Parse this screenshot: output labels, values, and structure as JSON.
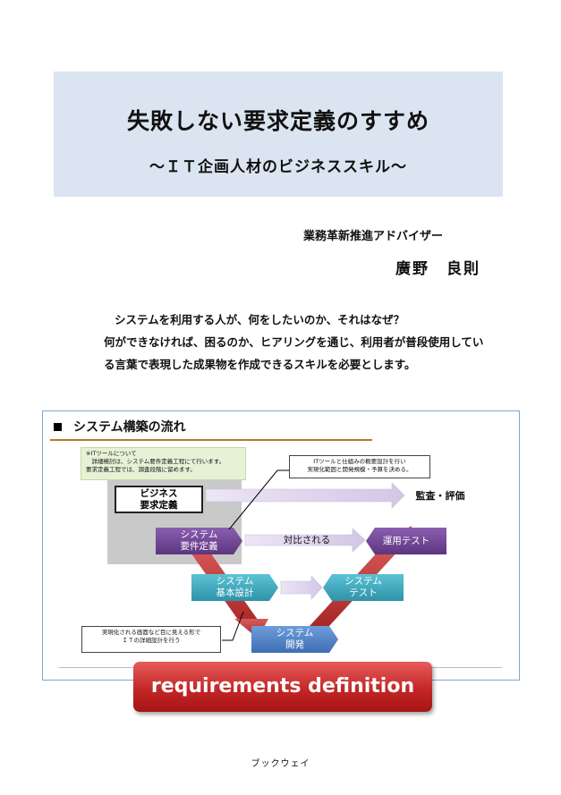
{
  "cover": {
    "title": "失敗しない要求定義のすすめ",
    "subtitle": "〜ＩＴ企画人材のビジネススキル〜",
    "author_role": "業務革新推進アドバイザー",
    "author_name": "廣野　良則",
    "intro_lines": [
      "システムを利用する人が、何をしたいのか、それはなぜ？",
      "何ができなければ、困るのか、ヒアリングを通じ、利用者が普段使用してい",
      "る言葉で表現した成果物を作成できるスキルを必要とします。"
    ],
    "banner": "requirements definition",
    "publisher": "ブックウェイ"
  },
  "figure": {
    "heading": "システム構築の流れ",
    "note_tool_lines": [
      "※ITツールについて",
      "　詳細検討は、システム要件定義工程にて行います。",
      "要求定義工程では、調査段階に留めます。"
    ],
    "note_arch_lines": [
      "ITツールと仕組みの概要設計を行い",
      "実現化範囲と開発規模・予算を決める。"
    ],
    "note_detail_lines": [
      "実現化される画面など目に見える形で",
      "ＩＴの詳細設計を行う"
    ],
    "flow": {
      "business_req": [
        "ビジネス",
        "要求定義"
      ],
      "audit": "監査・評価",
      "system_req": [
        "システム",
        "要件定義"
      ],
      "contrast": "対比される",
      "operation_test": "運用テスト",
      "basic_design": [
        "システム",
        "基本設計"
      ],
      "system_test": [
        "システム",
        "テスト"
      ],
      "development": [
        "システム",
        "開発"
      ]
    },
    "colors": {
      "purple": "#6a3f8e",
      "teal": "#3aa7bd",
      "blue": "#4a7fc5",
      "red": "#c0383a",
      "light_purple": "#d8cde8"
    }
  }
}
